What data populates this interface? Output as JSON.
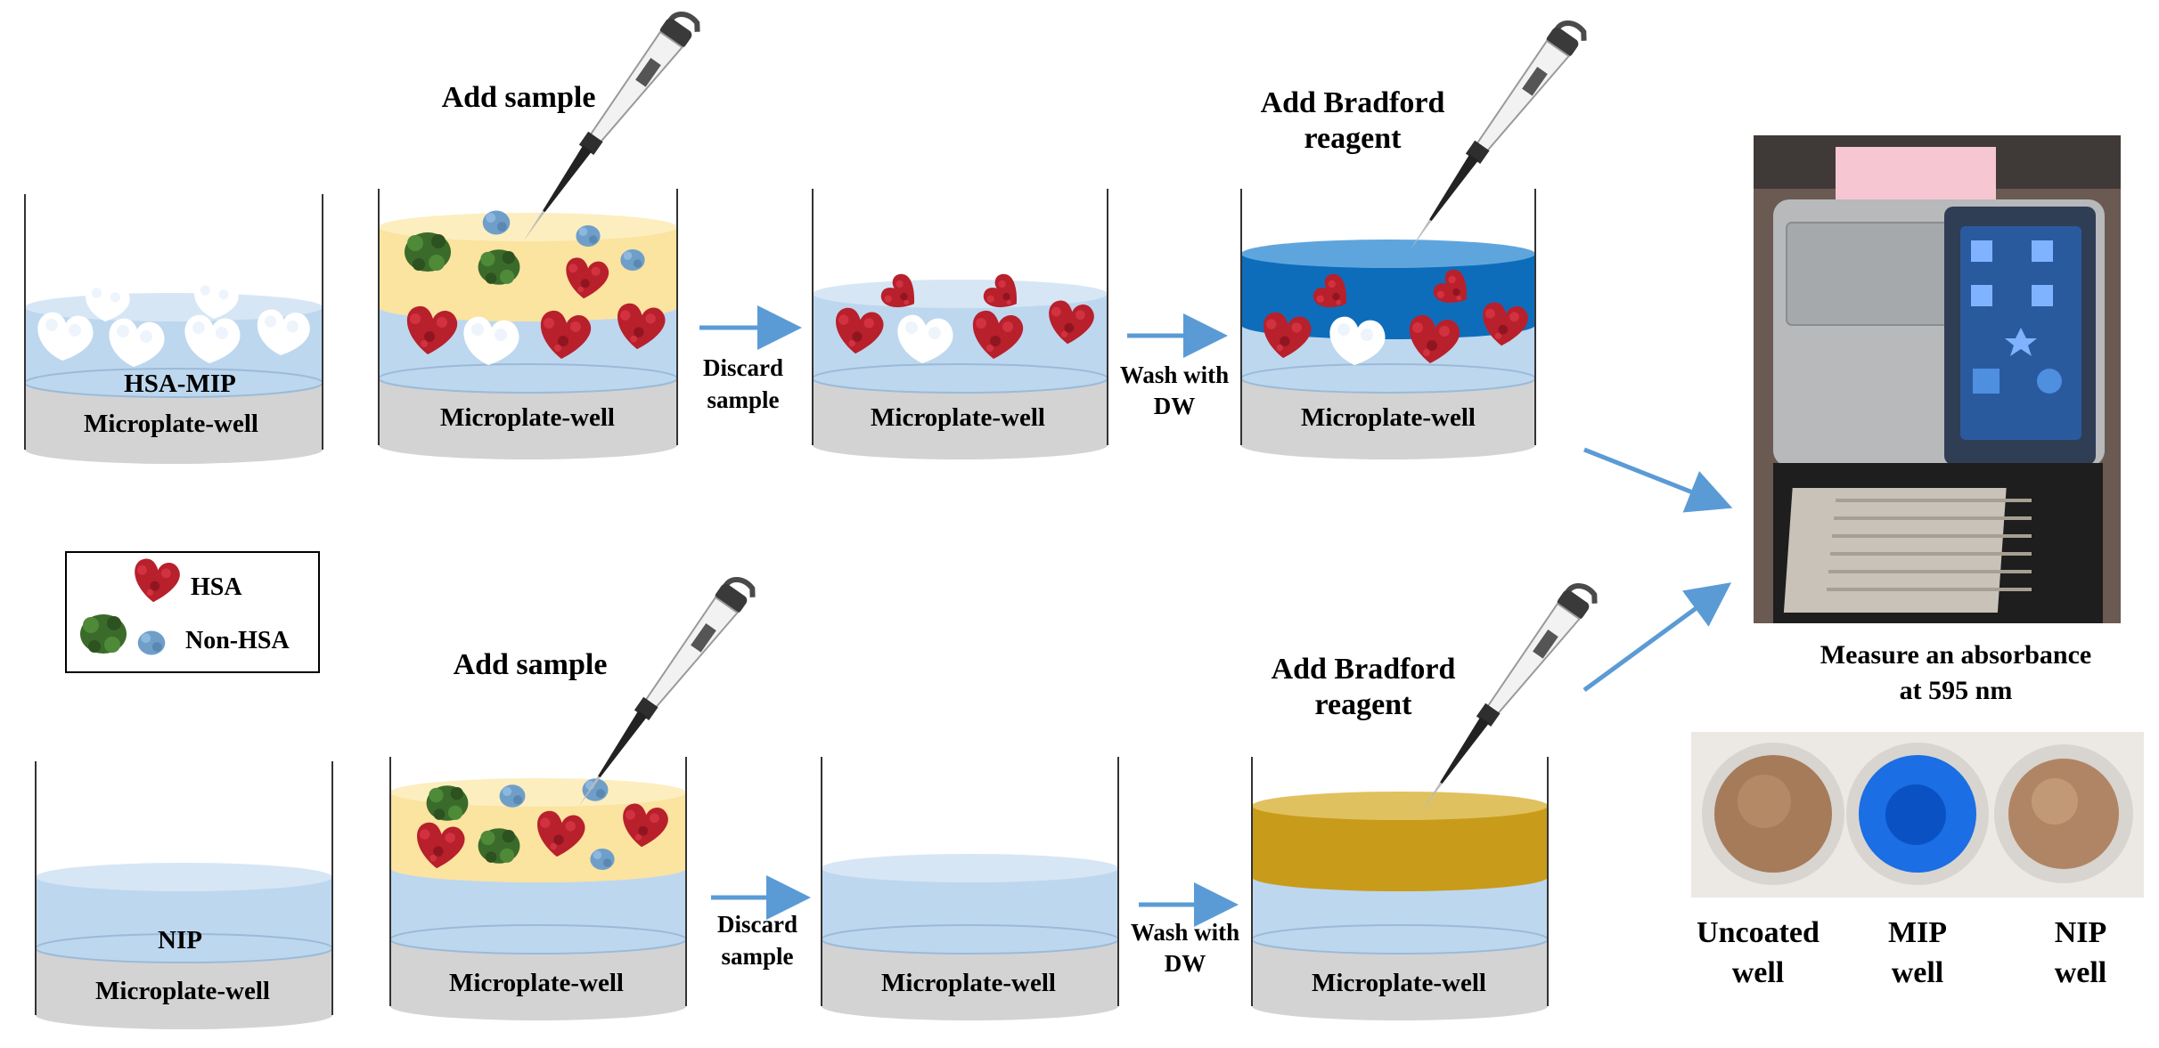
{
  "wells": {
    "label": "Microplate-well",
    "coating_mip": "HSA-MIP",
    "coating_nip": "NIP"
  },
  "steps": {
    "add_sample": "Add sample",
    "discard_line1": "Discard",
    "discard_line2": "sample",
    "wash_line1": "Wash with",
    "wash_line2": "DW",
    "bradford_line1": "Add Bradford",
    "bradford_line2": "reagent"
  },
  "legend": {
    "hsa": "HSA",
    "non_hsa": "Non-HSA"
  },
  "measure": {
    "line1": "Measure  an absorbance",
    "line2": "at 595 nm"
  },
  "photo_wells": [
    {
      "line1": "Uncoated",
      "line2": "well"
    },
    {
      "line1": "MIP",
      "line2": "well"
    },
    {
      "line1": "NIP",
      "line2": "well"
    }
  ],
  "colors": {
    "buffer": "#bdd7ee",
    "sample": "#fbe3a0",
    "bradford_blue": "#0d6dbb",
    "bradford_brown": "#c89c1a",
    "base": "#d3d3d3",
    "hsa": "#b8202c",
    "non_hsa_green": "#3b6b2a",
    "non_hsa_blue": "#6f9fc9",
    "arrow": "#5b9bd5"
  }
}
